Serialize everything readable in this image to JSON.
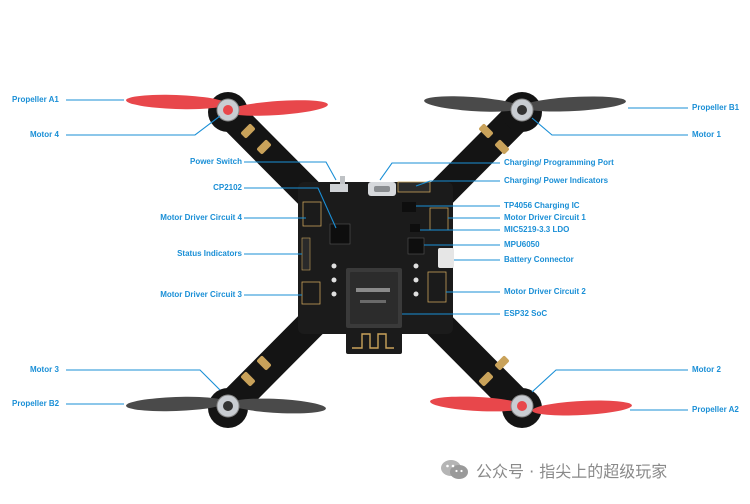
{
  "labels": {
    "propeller_a1": "Propeller A1",
    "motor_4": "Motor 4",
    "propeller_b1": "Propeller B1",
    "motor_1": "Motor 1",
    "power_switch": "Power Switch",
    "cp2102": "CP2102",
    "motor_driver_4": "Motor Driver Circuit 4",
    "status_indicators": "Status Indicators",
    "motor_driver_3": "Motor Driver Circuit 3",
    "charging_port": "Charging/ Programming Port",
    "charging_indicators": "Charging/ Power Indicators",
    "tp4056": "TP4056 Charging IC",
    "motor_driver_1": "Motor Driver Circuit 1",
    "mic5219": "MIC5219-3.3 LDO",
    "mpu6050": "MPU6050",
    "battery_connector": "Battery Connector",
    "motor_driver_2": "Motor Driver Circuit 2",
    "esp32": "ESP32 SoC",
    "motor_3": "Motor 3",
    "propeller_b2": "Propeller B2",
    "motor_2": "Motor 2",
    "propeller_a2": "Propeller A2"
  },
  "watermark": {
    "text": "公众号 · 指尖上的超级玩家",
    "icon": "wechat-icon"
  },
  "colors": {
    "label": "#1a8fd6",
    "leader_line": "#1a8fd6",
    "pcb": "#1b1b1b",
    "propeller_red": "#e8474b",
    "propeller_gray": "#4a4a4a",
    "motor_silver": "#c9cdd2"
  }
}
